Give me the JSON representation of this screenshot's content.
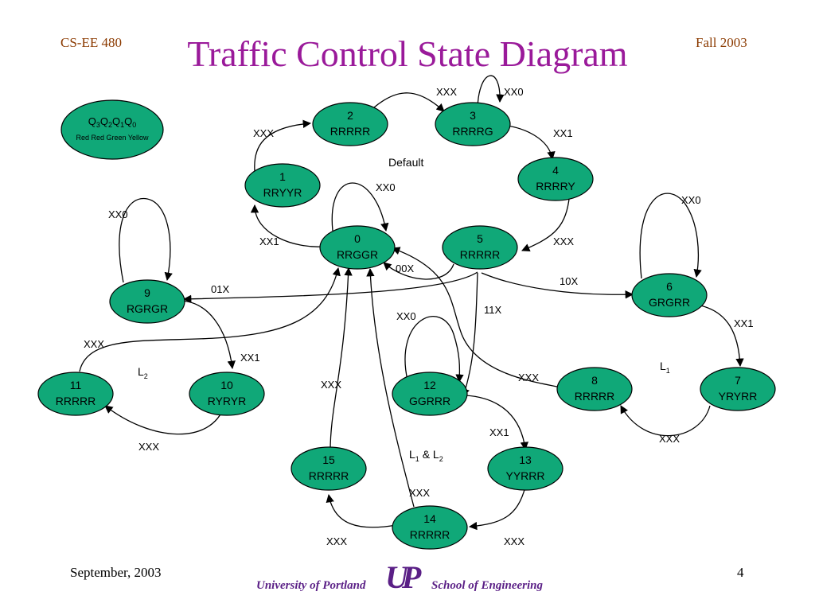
{
  "header": {
    "course": "CS-EE 480",
    "term": "Fall 2003",
    "title": "Traffic Control State Diagram"
  },
  "legend": {
    "bits_label": "Q3Q2Q1Q0",
    "colors_label": "Red Red Green Yellow"
  },
  "states": [
    {
      "id": "0",
      "output": "RRGGR"
    },
    {
      "id": "1",
      "output": "RRYYR"
    },
    {
      "id": "2",
      "output": "RRRRR"
    },
    {
      "id": "3",
      "output": "RRRRG"
    },
    {
      "id": "4",
      "output": "RRRRY"
    },
    {
      "id": "5",
      "output": "RRRRR"
    },
    {
      "id": "6",
      "output": "GRGRR"
    },
    {
      "id": "7",
      "output": "YRYRR"
    },
    {
      "id": "8",
      "output": "RRRRR"
    },
    {
      "id": "9",
      "output": "RGRGR"
    },
    {
      "id": "10",
      "output": "RYRYR"
    },
    {
      "id": "11",
      "output": "RRRRR"
    },
    {
      "id": "12",
      "output": "GGRRR"
    },
    {
      "id": "13",
      "output": "YYRRR"
    },
    {
      "id": "14",
      "output": "RRRRR"
    },
    {
      "id": "15",
      "output": "RRRRR"
    }
  ],
  "transition_labels": {
    "s0_self": "XX0",
    "s0_to_1": "XX1",
    "s1_to_2": "XXX",
    "s2_to_3": "XXX",
    "s3_self": "XX0",
    "s3_to_4": "XX1",
    "s4_to_5": "XXX",
    "s5_to_0": "00X",
    "s5_to_9": "01X",
    "s5_to_6": "10X",
    "s5_to_12": "11X",
    "s6_self": "XX0",
    "s6_to_7": "XX1",
    "s7_to_8": "XXX",
    "s8_to_0": "XXX",
    "s9_self": "XX0",
    "s9_to_10": "XX1",
    "s10_to_11": "XXX",
    "s11_to_0": "XXX",
    "s12_self": "XX0",
    "s12_to_13": "XX1",
    "s13_to_14": "XXX",
    "s14_to_15": "XXX",
    "s14_to_0": "XXX",
    "s15_to_0": "XXX"
  },
  "regions": {
    "default": "Default",
    "l1": "L1",
    "l2": "L2",
    "l1_l2": "L1 & L2"
  },
  "footer": {
    "date": "September, 2003",
    "page": "4",
    "university": "University of Portland",
    "school": "School of Engineering",
    "logo_text": "UP"
  },
  "colors": {
    "state_fill": "#10a878",
    "title": "#9a1a9a",
    "header": "#8b3a00",
    "logo": "#5a1f86"
  }
}
